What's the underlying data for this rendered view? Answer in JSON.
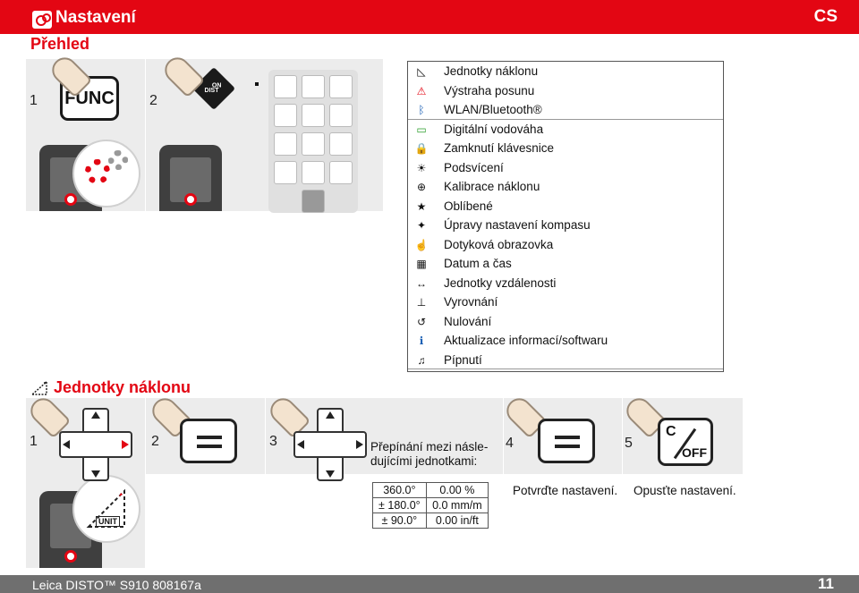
{
  "header": {
    "title": "Nastavení",
    "lang": "CS"
  },
  "prehled": "Přehled",
  "top": {
    "step1": "1",
    "step2": "2",
    "func_label": "FUNC",
    "on_label": "ON",
    "dist_label": "DIST"
  },
  "legend": [
    {
      "icon": "unit-icon",
      "text": "Jednotky náklonu"
    },
    {
      "icon": "tilt-warning-icon",
      "text": "Výstraha posunu"
    },
    {
      "icon": "wlan-bluetooth-icon",
      "text": "WLAN/Bluetooth®"
    },
    {
      "icon": "level-icon",
      "text": "Digitální vodováha"
    },
    {
      "icon": "lock-icon",
      "text": "Zamknutí klávesnice"
    },
    {
      "icon": "bulb-icon",
      "text": "Podsvícení"
    },
    {
      "icon": "calibration-icon",
      "text": "Kalibrace náklonu"
    },
    {
      "icon": "star-icon",
      "text": "Oblíbené"
    },
    {
      "icon": "compass-icon",
      "text": "Úpravy nastavení kompasu"
    },
    {
      "icon": "touch-icon",
      "text": "Dotyková obrazovka"
    },
    {
      "icon": "calendar-icon",
      "text": "Datum a čas"
    },
    {
      "icon": "ruler-icon",
      "text": "Jednotky vzdálenosti"
    },
    {
      "icon": "align-icon",
      "text": "Vyrovnání"
    },
    {
      "icon": "reset-icon",
      "text": "Nulování"
    },
    {
      "icon": "info-icon",
      "text": "Aktualizace informací/softwaru"
    },
    {
      "icon": "music-icon",
      "text": "Pípnutí"
    }
  ],
  "section": "Jednotky náklonu",
  "bottom": {
    "s1": "1",
    "s2": "2",
    "s3": "3",
    "s4": "4",
    "s5": "5",
    "switch_note": "Přepínání mezi násle-\ndujícími jednotkami:",
    "unit_label": "UNIT",
    "c_label": "C",
    "off_label": "OFF",
    "table": [
      [
        "360.0°",
        "0.00 %"
      ],
      [
        "± 180.0°",
        "0.0 mm/m"
      ],
      [
        "± 90.0°",
        "0.00 in/ft"
      ]
    ],
    "confirm": "Potvrďte nastavení.",
    "exit": "Opusťte nastavení."
  },
  "footer": {
    "left": "Leica DISTO™ S910 808167a",
    "page": "11"
  },
  "colors": {
    "accent": "#e30613",
    "footer": "#6f6f6f"
  }
}
